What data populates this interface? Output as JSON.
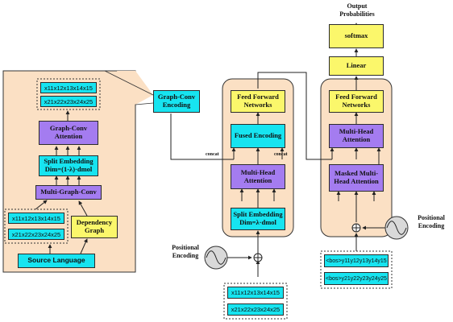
{
  "panel": {
    "src_seq_1": "x11x12x13x14x15",
    "src_seq_2": "x21x22x23x24x25",
    "graph_conv_attention": "Graph-Conv Attention",
    "split_embedding_1": "Split Embedding",
    "split_embedding_2": "Dim=(1-λ)·dmol",
    "multi_graph_conv": "Multi-Graph-Conv",
    "in_seq_1": "x11x12x13x14x15",
    "in_seq_2": "x21x22x23x24x25",
    "dependency_graph": "Dependency Graph",
    "source_language": "Source Language"
  },
  "graph_conv_encoding": "Graph-Conv Encoding",
  "encoder": {
    "feed_forward": "Feed Forward Networks",
    "fused_encoding": "Fused Encoding",
    "multi_head": "Multi-Head Attention",
    "split_embedding_1": "Split Embedding",
    "split_embedding_2": "Dim=λ·dmol",
    "concat_left": "concat",
    "concat_right": "concat",
    "positional_encoding": "Positional Encoding",
    "in_seq_1": "x11x12x13x14x15",
    "in_seq_2": "x21x22x23x24x25"
  },
  "decoder": {
    "output_title": "Output Probabilities",
    "softmax": "softmax",
    "linear": "Linear",
    "feed_forward": "Feed Forward Networks",
    "multi_head": "Multi-Head Attention",
    "masked_multi_head": "Masked Multi-Head Attention",
    "positional_encoding": "Positional Encoding",
    "tgt_seq_1": "<bos>y11y12y13y14y15",
    "tgt_seq_2": "<bos>y21y22y23y24y25"
  }
}
